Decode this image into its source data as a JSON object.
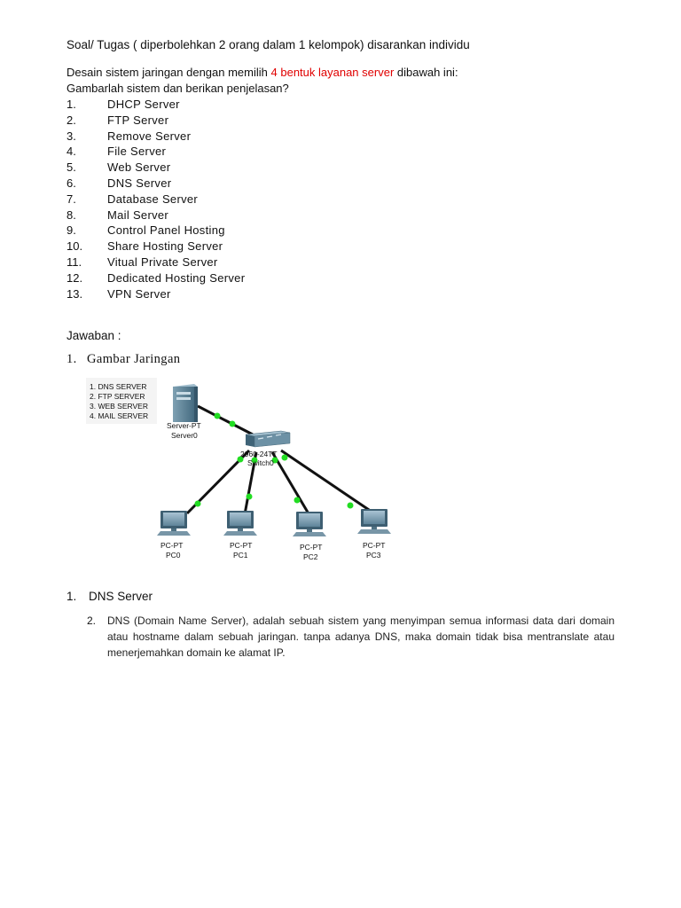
{
  "title": "Soal/ Tugas ( diperbolehkan 2 orang dalam 1 kelompok) disarankan individu",
  "intro": {
    "line1_prefix": "Desain sistem jaringan  dengan memilih ",
    "line1_highlight": "4 bentuk layanan  server",
    "line1_suffix": " dibawah ini:",
    "line2": "Gambarlah sistem dan berikan penjelasan?",
    "highlight_color": "#e00000"
  },
  "server_list": [
    {
      "num": "1.",
      "label": "DHCP Server"
    },
    {
      "num": "2.",
      "label": "FTP Server"
    },
    {
      "num": "3.",
      "label": "Remove Server"
    },
    {
      "num": "4.",
      "label": "File Server"
    },
    {
      "num": "5.",
      "label": "Web Server"
    },
    {
      "num": "6.",
      "label": "DNS Server"
    },
    {
      "num": "7.",
      "label": "Database Server"
    },
    {
      "num": "8.",
      "label": "Mail Server"
    },
    {
      "num": "9.",
      "label": "Control Panel Hosting"
    },
    {
      "num": "10.",
      "label": "Share Hosting Server"
    },
    {
      "num": "11.",
      "label": "Vitual Private Server"
    },
    {
      "num": "12.",
      "label": "Dedicated Hosting Server"
    },
    {
      "num": "13.",
      "label": "VPN Server"
    }
  ],
  "jawaban": "Jawaban :",
  "gambar": {
    "num": "1.",
    "label": "Gambar Jaringan"
  },
  "diagram": {
    "note_lines": [
      "1. DNS SERVER",
      "2. FTP SERVER",
      "3. WEB SERVER",
      "4. MAIL SERVER"
    ],
    "server": {
      "type": "Server-PT",
      "name": "Server0"
    },
    "switch": {
      "type": "2960-24TT",
      "name": "Switch0"
    },
    "pcs": [
      {
        "type": "PC-PT",
        "name": "PC0"
      },
      {
        "type": "PC-PT",
        "name": "PC1"
      },
      {
        "type": "PC-PT",
        "name": "PC2"
      },
      {
        "type": "PC-PT",
        "name": "PC3"
      }
    ],
    "link_color": "#111111",
    "port_color": "#22dd22"
  },
  "section": {
    "num": "1.",
    "label": "DNS Server"
  },
  "paragraph": {
    "num": "2.",
    "text": "DNS (Domain Name Server), adalah sebuah sistem yang menyimpan semua informasi data dari domain atau hostname dalam sebuah jaringan. tanpa adanya DNS, maka domain tidak bisa mentranslate atau menerjemahkan domain ke alamat IP."
  }
}
